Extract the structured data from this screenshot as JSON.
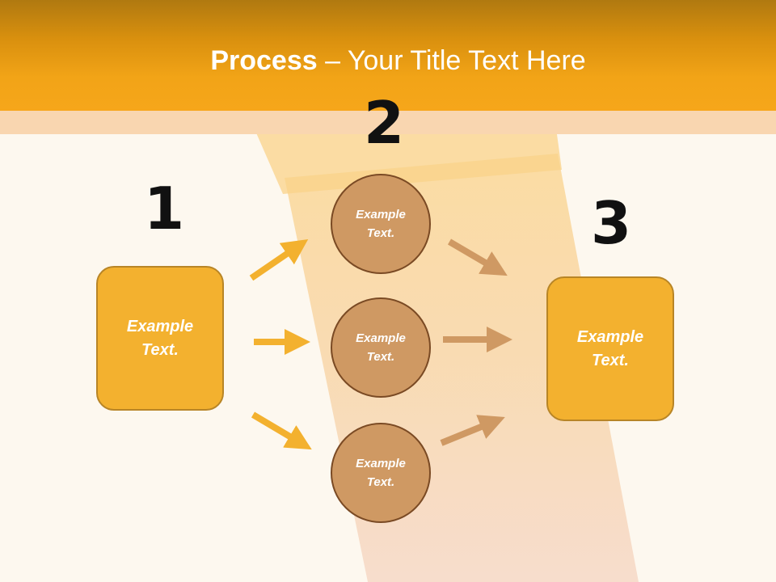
{
  "slide": {
    "title_bold": "Process",
    "title_rest": " – Your Title Text Here"
  },
  "steps": [
    {
      "number": "1",
      "text": "Example\nText."
    },
    {
      "number": "2",
      "circles": [
        {
          "text": "Example\nText."
        },
        {
          "text": "Example\nText."
        },
        {
          "text": "Example\nText."
        }
      ]
    },
    {
      "number": "3",
      "text": "Example\nText."
    }
  ],
  "colors": {
    "header": "#f6a61a",
    "box_fill": "#f3b12f",
    "circle_fill": "#cf9963",
    "arrow_left": "#f3b12f",
    "arrow_right": "#cf9963"
  }
}
